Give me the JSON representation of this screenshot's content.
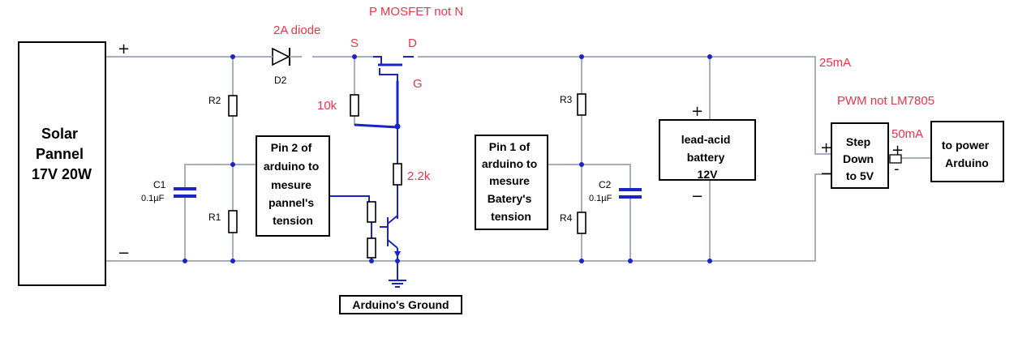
{
  "diagram": {
    "boxes": {
      "solar": [
        "Solar",
        "Pannel",
        "17V 20W"
      ],
      "pin2": [
        "Pin 2 of",
        "arduino to",
        "mesure",
        "pannel's",
        "tension"
      ],
      "pin1": [
        "Pin 1 of",
        "arduino to",
        "mesure",
        "Batery's",
        "tension"
      ],
      "battery": [
        "lead-acid",
        "battery",
        "12V"
      ],
      "stepdown": [
        "Step",
        "Down",
        "to 5V"
      ],
      "arduino_power": [
        "to power",
        "Arduino"
      ],
      "ground": "Arduino's Ground"
    },
    "components": {
      "r1": "R1",
      "r2": "R2",
      "r3": "R3",
      "r4": "R4",
      "c1": "C1",
      "c1_value": "0.1µF",
      "c2": "C2",
      "c2_value": "0.1µF",
      "d2": "D2"
    },
    "annotations": {
      "diode": "2A diode",
      "mosfet": "P MOSFET not N",
      "source": "S",
      "drain": "D",
      "gate": "G",
      "r10k": "10k",
      "r2k2": "2.2k",
      "current_25": "25mA",
      "pwm": "PWM not LM7805",
      "current_50": "50mA"
    },
    "signs": {
      "plus": "+",
      "minus": "−",
      "small_minus": "-"
    },
    "colors": {
      "wire": "#a6b0bc",
      "modified_wire": "#1b24c8",
      "annotation": "#e8354a"
    }
  }
}
